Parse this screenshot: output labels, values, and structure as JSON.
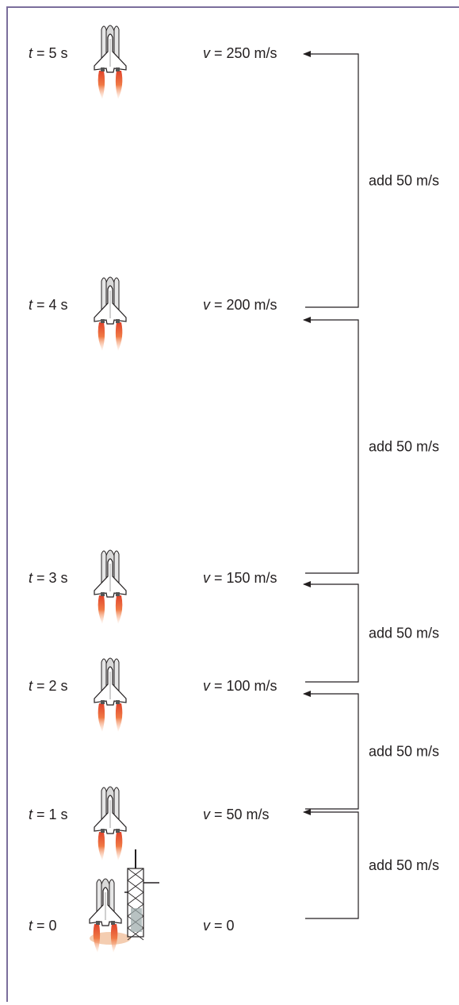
{
  "rows": [
    {
      "time_var": "t",
      "time_text": " = 5 s",
      "vel_var": "v",
      "vel_text": " = 250 m/s",
      "t_s": 5,
      "v_mps": 250,
      "flame": true,
      "launch_pad": false
    },
    {
      "time_var": "t",
      "time_text": " = 4 s",
      "vel_var": "v",
      "vel_text": " = 200 m/s",
      "t_s": 4,
      "v_mps": 200,
      "flame": true,
      "launch_pad": false
    },
    {
      "time_var": "t",
      "time_text": " = 3 s",
      "vel_var": "v",
      "vel_text": " = 150 m/s",
      "t_s": 3,
      "v_mps": 150,
      "flame": true,
      "launch_pad": false
    },
    {
      "time_var": "t",
      "time_text": " = 2 s",
      "vel_var": "v",
      "vel_text": " = 100 m/s",
      "t_s": 2,
      "v_mps": 100,
      "flame": true,
      "launch_pad": false
    },
    {
      "time_var": "t",
      "time_text": " = 1 s",
      "vel_var": "v",
      "vel_text": " = 50 m/s",
      "t_s": 1,
      "v_mps": 50,
      "flame": true,
      "launch_pad": false
    },
    {
      "time_var": "t",
      "time_text": " = 0",
      "vel_var": "v",
      "vel_text": " = 0",
      "t_s": 0,
      "v_mps": 0,
      "flame": true,
      "launch_pad": true
    }
  ],
  "increments": [
    {
      "label": "add 50 m/s",
      "from_t_s": 4,
      "to_t_s": 5
    },
    {
      "label": "add 50 m/s",
      "from_t_s": 3,
      "to_t_s": 4
    },
    {
      "label": "add 50 m/s",
      "from_t_s": 2,
      "to_t_s": 3
    },
    {
      "label": "add 50 m/s",
      "from_t_s": 1,
      "to_t_s": 2
    },
    {
      "label": "add 50 m/s",
      "from_t_s": 0,
      "to_t_s": 1
    }
  ],
  "colors": {
    "frame": "#7b6e9c",
    "line": "#231f20",
    "shuttle_body": "#ffffff",
    "shuttle_tank": "#e6e6e6",
    "flame_outer": "#f5a37a",
    "flame_inner": "#e0432b",
    "tower": "#9aa8a8",
    "smoke": "#f3c8a8"
  },
  "icons": {
    "vehicle": "space-shuttle-icon",
    "pad": "launch-tower-icon"
  }
}
